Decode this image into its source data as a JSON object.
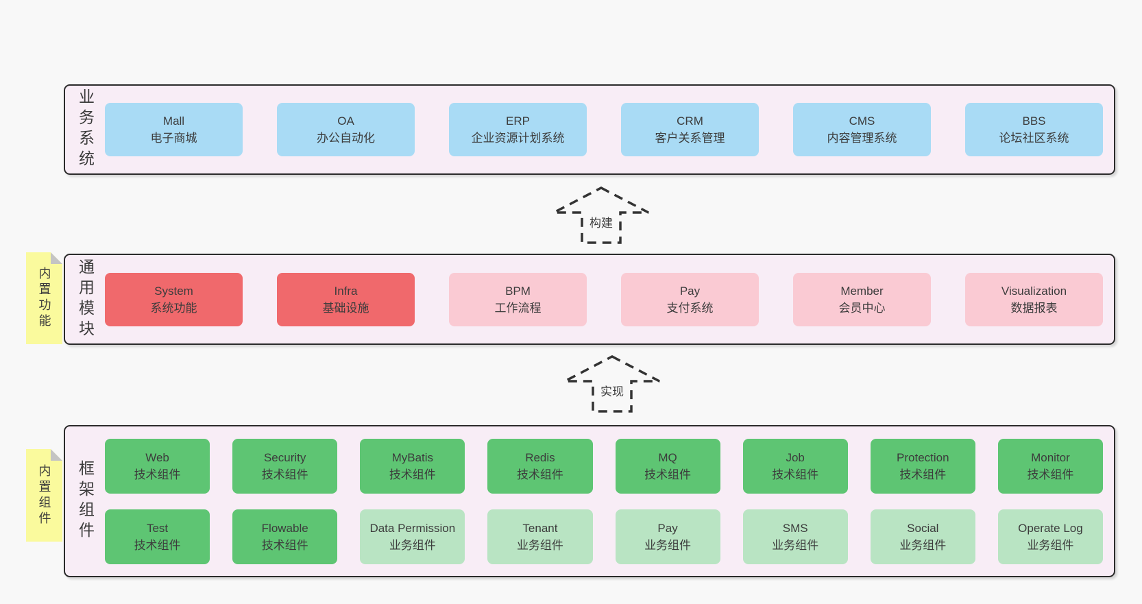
{
  "colors": {
    "page_bg": "#f8f8f8",
    "panel_bg": "#f8edf6",
    "panel_border": "#2b2b2b",
    "blue_box": "#a9dbf5",
    "red_box": "#f0696c",
    "pink_box": "#facad3",
    "green_box": "#5ec573",
    "light_green_box": "#b9e4c3",
    "note_bg": "#fafa9d",
    "text": "#3c3c3c"
  },
  "arrows": {
    "build": "构建",
    "implement": "实现"
  },
  "notes": {
    "features": "内置功能",
    "components": "内置组件"
  },
  "panels": {
    "business": {
      "side_label": "业务系统",
      "boxes": [
        {
          "title": "Mall",
          "subtitle": "电子商城"
        },
        {
          "title": "OA",
          "subtitle": "办公自动化"
        },
        {
          "title": "ERP",
          "subtitle": "企业资源计划系统"
        },
        {
          "title": "CRM",
          "subtitle": "客户关系管理"
        },
        {
          "title": "CMS",
          "subtitle": "内容管理系统"
        },
        {
          "title": "BBS",
          "subtitle": "论坛社区系统"
        }
      ]
    },
    "modules": {
      "side_label": "通用模块",
      "boxes": [
        {
          "title": "System",
          "subtitle": "系统功能"
        },
        {
          "title": "Infra",
          "subtitle": "基础设施"
        },
        {
          "title": "BPM",
          "subtitle": "工作流程"
        },
        {
          "title": "Pay",
          "subtitle": "支付系统"
        },
        {
          "title": "Member",
          "subtitle": "会员中心"
        },
        {
          "title": "Visualization",
          "subtitle": "数据报表"
        }
      ]
    },
    "framework": {
      "side_label": "框架组件",
      "rows": [
        [
          {
            "title": "Web",
            "subtitle": "技术组件"
          },
          {
            "title": "Security",
            "subtitle": "技术组件"
          },
          {
            "title": "MyBatis",
            "subtitle": "技术组件"
          },
          {
            "title": "Redis",
            "subtitle": "技术组件"
          },
          {
            "title": "MQ",
            "subtitle": "技术组件"
          },
          {
            "title": "Job",
            "subtitle": "技术组件"
          },
          {
            "title": "Protection",
            "subtitle": "技术组件"
          },
          {
            "title": "Monitor",
            "subtitle": "技术组件"
          }
        ],
        [
          {
            "title": "Test",
            "subtitle": "技术组件"
          },
          {
            "title": "Flowable",
            "subtitle": "技术组件"
          },
          {
            "title": "Data Permission",
            "subtitle": "业务组件"
          },
          {
            "title": "Tenant",
            "subtitle": "业务组件"
          },
          {
            "title": "Pay",
            "subtitle": "业务组件"
          },
          {
            "title": "SMS",
            "subtitle": "业务组件"
          },
          {
            "title": "Social",
            "subtitle": "业务组件"
          },
          {
            "title": "Operate Log",
            "subtitle": "业务组件"
          }
        ]
      ]
    }
  }
}
